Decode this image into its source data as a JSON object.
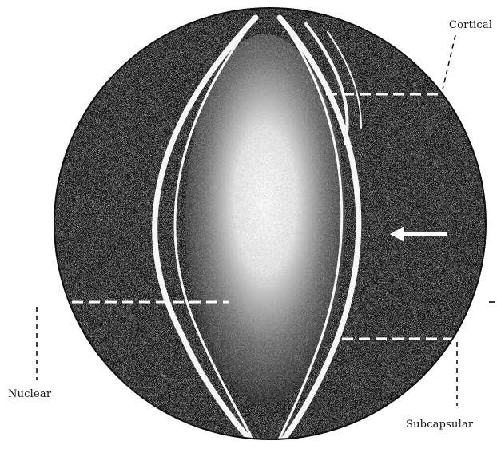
{
  "labels": {
    "cortical": "Cortical",
    "nuclear": "Nuclear",
    "subcapsular": "Subcapsular"
  },
  "colors": {
    "ink": "#111111",
    "background": "#ffffff",
    "lens_dark": "#161616",
    "lens_light": "#f4f4f4"
  }
}
